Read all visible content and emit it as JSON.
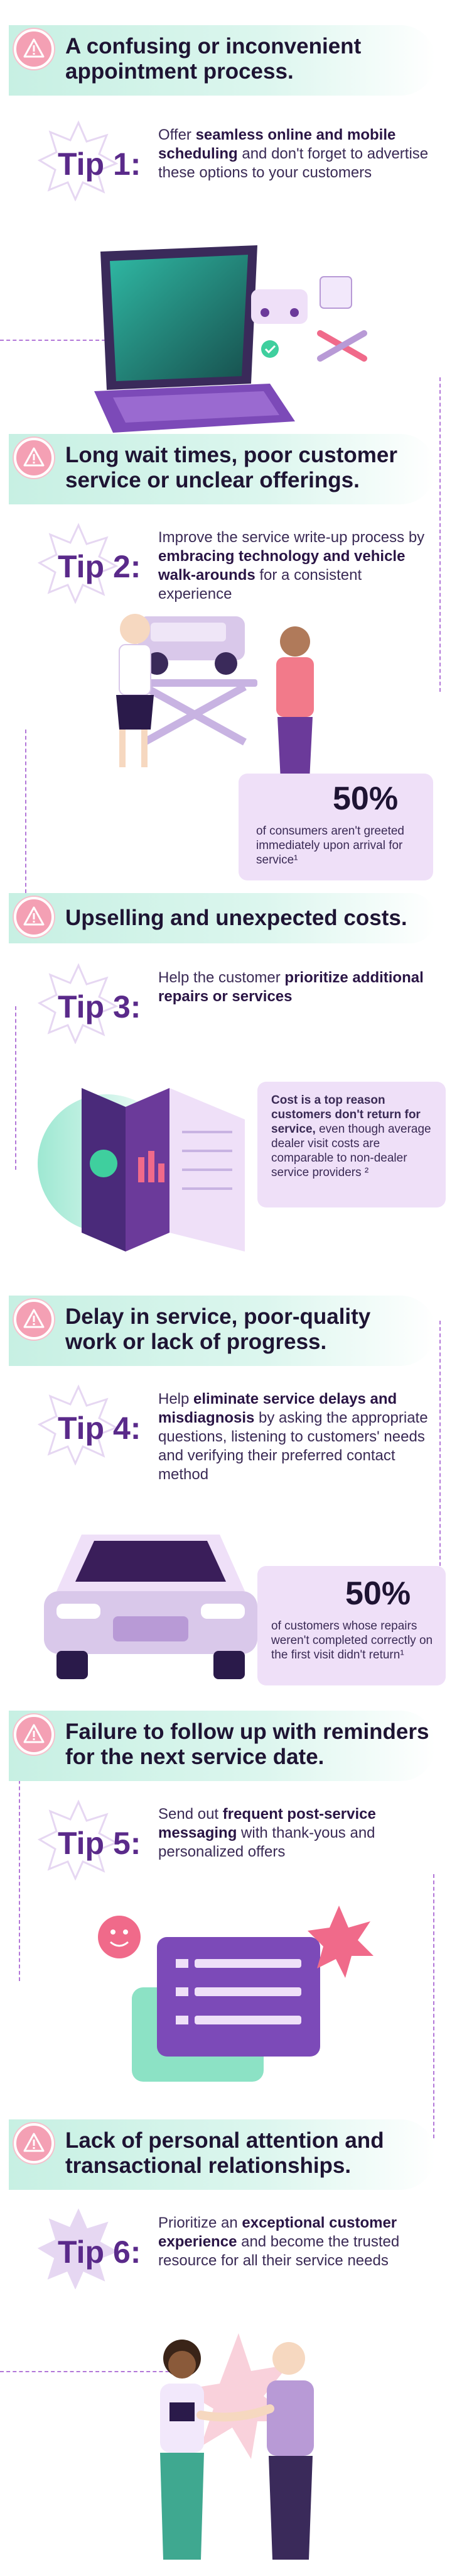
{
  "sections": [
    {
      "title": "A confusing or inconvenient appointment process.",
      "tip_label": "Tip 1:",
      "tip_html_parts": [
        "Offer ",
        "seamless online and mobile scheduling",
        " and don't forget to advertise these options to your customers"
      ]
    },
    {
      "title": "Long wait times, poor customer service or unclear offerings.",
      "tip_label": "Tip 2:",
      "tip_html_parts": [
        "Improve the service write-up process by ",
        "embracing technology and vehicle walk-arounds",
        " for a consistent experience"
      ]
    },
    {
      "title": "Upselling and unexpected costs.",
      "tip_label": "Tip 3:",
      "tip_html_parts": [
        "Help the customer ",
        "prioritize additional repairs or services",
        ""
      ]
    },
    {
      "title": "Delay in service, poor-quality work or lack of progress.",
      "tip_label": "Tip 4:",
      "tip_html_parts": [
        "Help ",
        "eliminate service delays and misdiagnosis",
        " by asking the appropriate questions, listening to customers' needs and verifying their preferred contact method"
      ]
    },
    {
      "title": "Failure to follow up with reminders for the next service date.",
      "tip_label": "Tip 5:",
      "tip_html_parts": [
        "Send out ",
        "frequent post-service messaging",
        " with thank-yous and personalized offers"
      ]
    },
    {
      "title": "Lack of personal attention and transactional relationships.",
      "tip_label": "Tip 6:",
      "tip_html_parts": [
        "Prioritize an ",
        "exceptional customer experience",
        " and become the trusted resource for all their service needs"
      ]
    }
  ],
  "stats": [
    {
      "value": "50%",
      "text": "of consumers aren't greeted immediately upon arrival for service¹"
    },
    {
      "value": "50%",
      "text": "of customers whose repairs weren't completed correctly on the first visit didn't return¹"
    }
  ],
  "callout": {
    "bold": "Cost is a top reason customers don't return for service,",
    "rest": " even though average dealer visit costs are comparable to non-dealer service providers ²"
  },
  "colors": {
    "accent": "#5a2a8a",
    "mint": "#c7f0e3",
    "pink": "#f4a0b4",
    "lavender": "#efe0f8"
  }
}
